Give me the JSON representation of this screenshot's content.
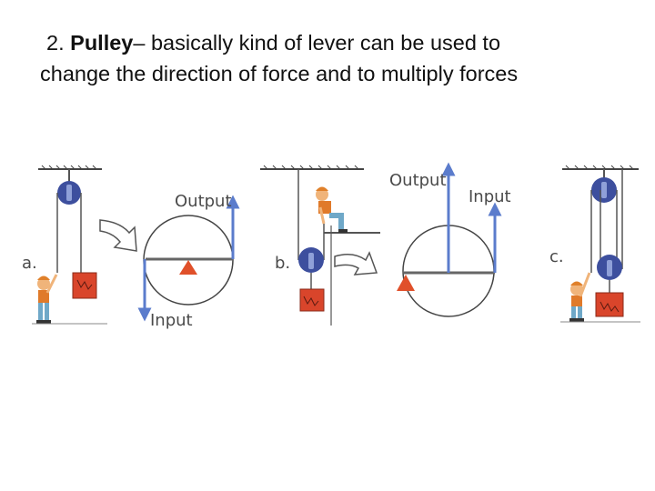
{
  "slide": {
    "number": "2.",
    "term": "Pulley",
    "definition_line1": "– basically kind of lever can be used to",
    "definition_line2": "change the direction of force and to multiply forces"
  },
  "diagram": {
    "panels": [
      {
        "letter": "a.",
        "output_label": "Output",
        "input_label": "Input"
      },
      {
        "letter": "b.",
        "output_label": "Output",
        "input_label": "Input"
      },
      {
        "letter": "c."
      }
    ]
  },
  "colors": {
    "pulley": "#3d4f9e",
    "arrow": "#5b7ccc",
    "fulcrum": "#e0502a",
    "load": "#d9452b",
    "line": "#444444"
  }
}
